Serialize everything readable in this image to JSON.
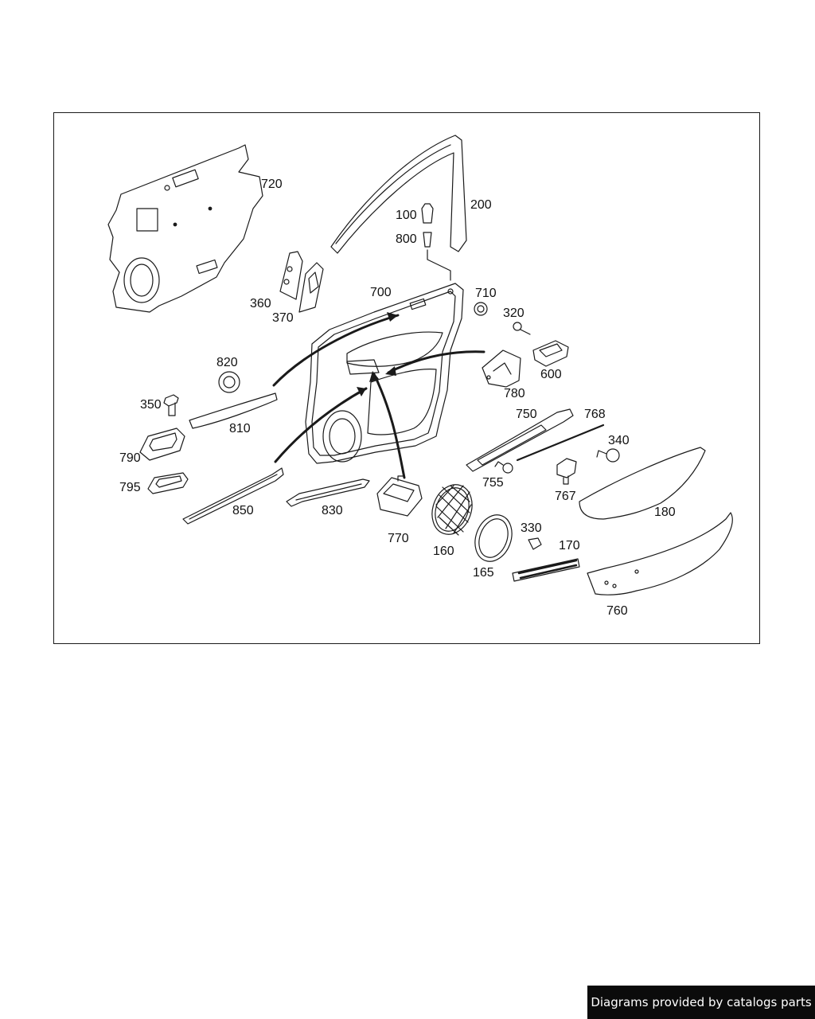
{
  "parts": [
    {
      "id": "p720",
      "label": "720"
    },
    {
      "id": "p200",
      "label": "200"
    },
    {
      "id": "p100",
      "label": "100"
    },
    {
      "id": "p800",
      "label": "800"
    },
    {
      "id": "p360",
      "label": "360"
    },
    {
      "id": "p370",
      "label": "370"
    },
    {
      "id": "p700",
      "label": "700"
    },
    {
      "id": "p710",
      "label": "710"
    },
    {
      "id": "p320",
      "label": "320"
    },
    {
      "id": "p600",
      "label": "600"
    },
    {
      "id": "p780",
      "label": "780"
    },
    {
      "id": "p820",
      "label": "820"
    },
    {
      "id": "p350",
      "label": "350"
    },
    {
      "id": "p810",
      "label": "810"
    },
    {
      "id": "p790",
      "label": "790"
    },
    {
      "id": "p795",
      "label": "795"
    },
    {
      "id": "p850",
      "label": "850"
    },
    {
      "id": "p830",
      "label": "830"
    },
    {
      "id": "p770",
      "label": "770"
    },
    {
      "id": "p160",
      "label": "160"
    },
    {
      "id": "p165",
      "label": "165"
    },
    {
      "id": "p750",
      "label": "750"
    },
    {
      "id": "p768",
      "label": "768"
    },
    {
      "id": "p340",
      "label": "340"
    },
    {
      "id": "p755",
      "label": "755"
    },
    {
      "id": "p767",
      "label": "767"
    },
    {
      "id": "p180",
      "label": "180"
    },
    {
      "id": "p330",
      "label": "330"
    },
    {
      "id": "p170",
      "label": "170"
    },
    {
      "id": "p760",
      "label": "760"
    }
  ],
  "footer": {
    "credit": "Diagrams provided by catalogs parts"
  }
}
